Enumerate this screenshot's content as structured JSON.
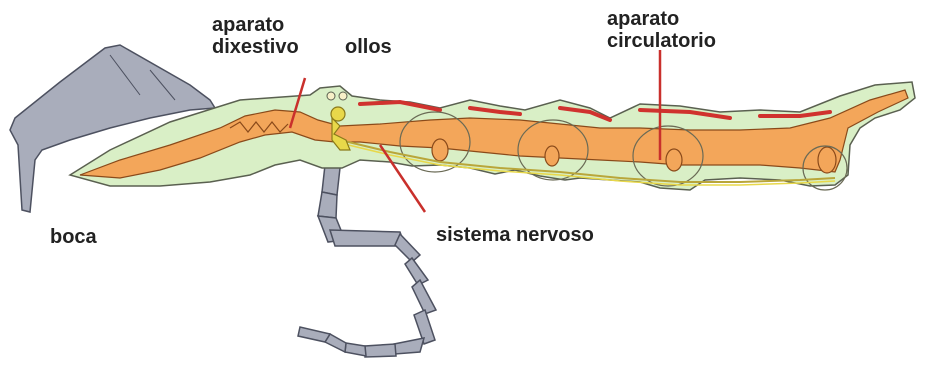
{
  "labels": {
    "digestive_line1": "aparato",
    "digestive_line2": "dixestivo",
    "eyes": "ollos",
    "circulatory_line1": "aparato",
    "circulatory_line2": "circulatorio",
    "mouth": "boca",
    "nervous": "sistema nervoso"
  },
  "colors": {
    "body": "#d9efc6",
    "digestive": "#f3a65a",
    "circulatory": "#d0322e",
    "nervous": "#e8d84a",
    "limb": "#a9adbb",
    "outline": "#5a6050"
  }
}
